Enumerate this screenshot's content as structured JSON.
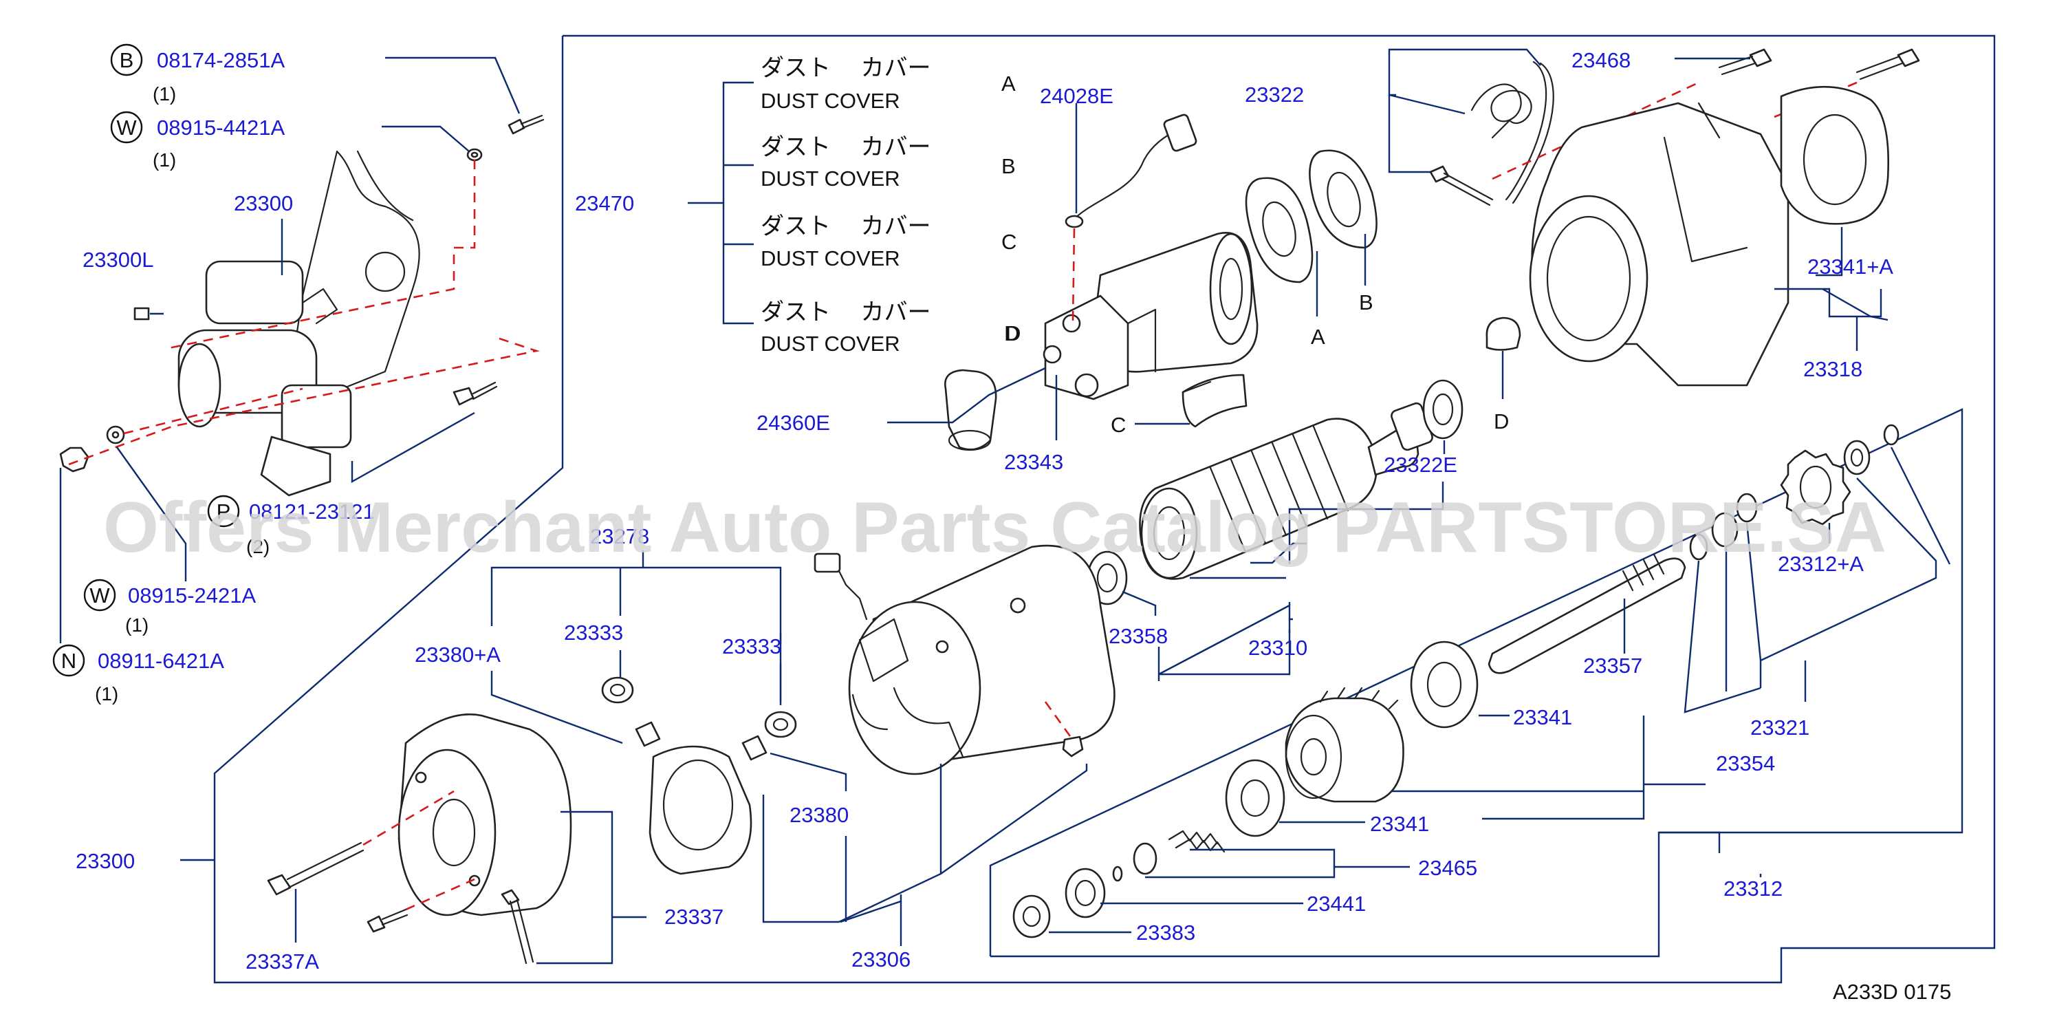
{
  "watermark": "Offers Merchant Auto Parts Catalog PARTSTORE.SA",
  "footer_code": "A233D  0175",
  "callouts": {
    "b_code": "08174-2851A",
    "b_qty": "(1)",
    "w1_code": "08915-4421A",
    "w1_qty": "(1)",
    "p_code": "08121-23121",
    "p_qty": "(2)",
    "w2_code": "08915-2421A",
    "w2_qty": "(1)",
    "n_code": "08911-6421A",
    "n_qty": "(1)",
    "b_letter": "B",
    "w_letter": "W",
    "p_letter": "P",
    "n_letter": "N"
  },
  "dust_covers": [
    {
      "jp": "ダスト　 カバー",
      "en": "DUST  COVER",
      "letter": "A"
    },
    {
      "jp": "ダスト　 カバー",
      "en": "DUST  COVER",
      "letter": "B"
    },
    {
      "jp": "ダスト　 カバー",
      "en": "DUST  COVER",
      "letter": "C"
    },
    {
      "jp": "ダスト　 カバー",
      "en": "DUST  COVER",
      "letter": "D"
    }
  ],
  "parts": {
    "p23300": "23300",
    "p23300L": "23300L",
    "p23300b": "23300",
    "p23470": "23470",
    "p24028E": "24028E",
    "p24360E": "24360E",
    "p23343": "23343",
    "p23322": "23322",
    "p23468": "23468",
    "p23341A_top": "23341+A",
    "p23318": "23318",
    "p23322E": "23322E",
    "p23312A": "23312+A",
    "p23310": "23310",
    "p23358": "23358",
    "p23278": "23278",
    "p23333a": "23333",
    "p23333b": "23333",
    "p23380A": "23380+A",
    "p23380": "23380",
    "p23357": "23357",
    "p23321": "23321",
    "p23341a": "23341",
    "p23354": "23354",
    "p23341b": "23341",
    "p23465": "23465",
    "p23441": "23441",
    "p23383": "23383",
    "p23312": "23312",
    "p23337": "23337",
    "p23337A": "23337A",
    "p23306": "23306"
  },
  "letters": {
    "a_gasket": "A",
    "b_gasket": "B",
    "c_part": "C",
    "d_cap": "D",
    "d_term": "D"
  }
}
